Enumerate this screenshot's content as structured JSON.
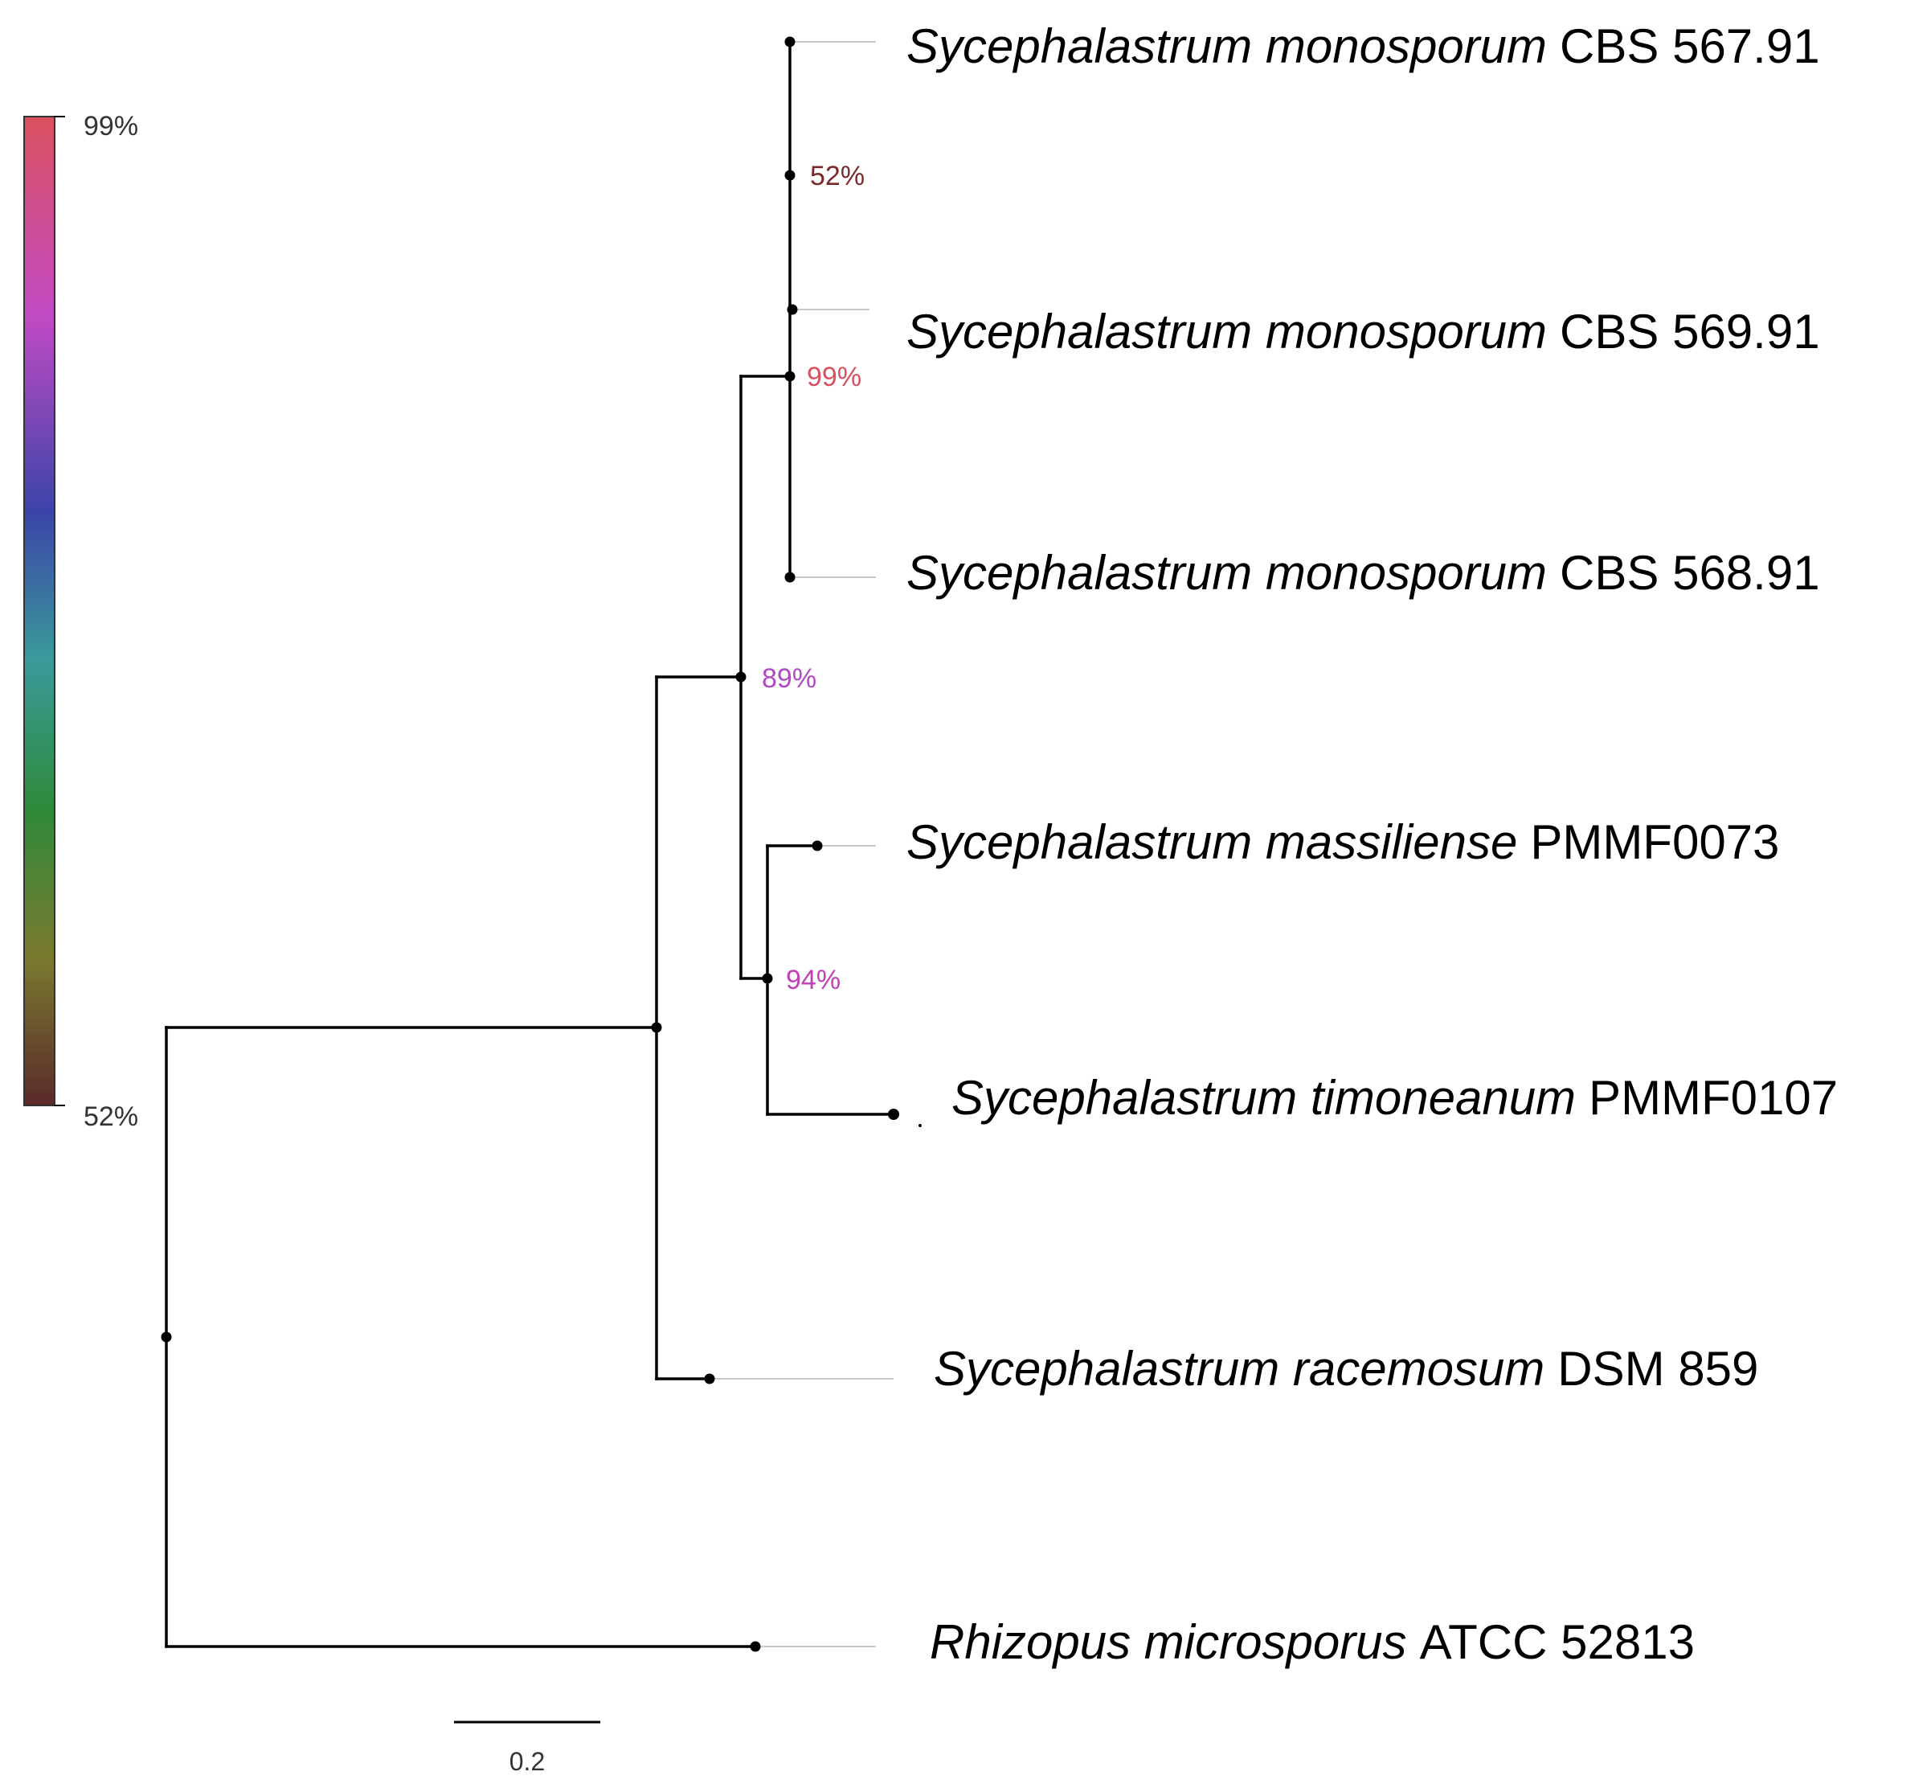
{
  "legend": {
    "max_label": "99%",
    "min_label": "52%",
    "gradient_colors": [
      "#d9505e",
      "#c24bc4",
      "#3b44a8",
      "#3a9a9a",
      "#2e8a3a",
      "#7a7a30",
      "#5a2a2a"
    ]
  },
  "scale_bar": {
    "label": "0.2",
    "length": 0.2
  },
  "tree": {
    "leaves": [
      {
        "genus": "Sycephalastrum monosporum",
        "strain": "CBS 567.91"
      },
      {
        "genus": "Sycephalastrum monosporum",
        "strain": "CBS 569.91"
      },
      {
        "genus": "Sycephalastrum monosporum",
        "strain": "CBS 568.91"
      },
      {
        "genus": "Sycephalastrum massiliense",
        "strain": "PMMF0073"
      },
      {
        "genus": "Sycephalastrum timoneanum",
        "strain": "PMMF0107"
      },
      {
        "genus": "Sycephalastrum racemosum",
        "strain": "DSM 859"
      },
      {
        "genus": "Rhizopus microsporus",
        "strain": "ATCC 52813"
      }
    ],
    "support_values": [
      {
        "label": "52%",
        "color": "#7a2a2a"
      },
      {
        "label": "99%",
        "color": "#d9505e"
      },
      {
        "label": "89%",
        "color": "#b048c8"
      },
      {
        "label": "94%",
        "color": "#c040b8"
      }
    ]
  }
}
